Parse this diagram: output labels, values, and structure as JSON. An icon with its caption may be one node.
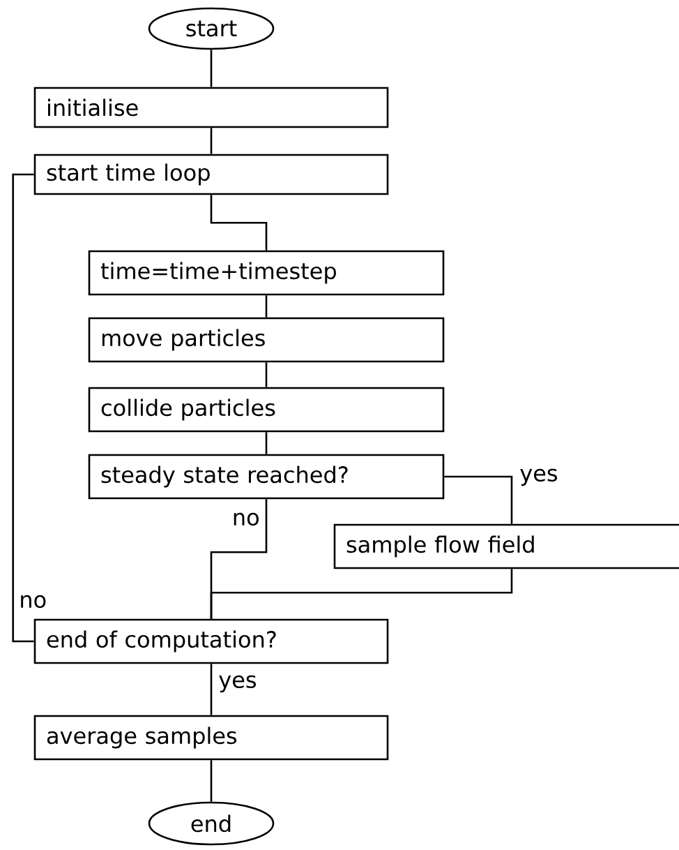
{
  "diagram": {
    "nodes": [
      {
        "text": [
          "start"
        ]
      },
      {
        "text": [
          "initialise"
        ]
      },
      {
        "text": [
          "start time loop"
        ]
      },
      {
        "text": [
          "time=time+timestep"
        ]
      },
      {
        "text": [
          "move particles"
        ]
      },
      {
        "text": [
          "collide particles"
        ]
      },
      {
        "text": [
          "steady state reached?"
        ]
      },
      {
        "text": [
          "sample flow field"
        ]
      },
      {
        "text": [
          "end of computation?"
        ]
      },
      {
        "text": [
          "average samples"
        ]
      },
      {
        "text": [
          "end"
        ]
      }
    ],
    "edges": [
      {
        "from": 0,
        "to": 1,
        "arrow": "none"
      },
      {
        "from": 1,
        "to": 2,
        "arrow": "none"
      },
      {
        "from": 2,
        "to": 3,
        "arrow": "none"
      },
      {
        "from": 3,
        "to": 4,
        "arrow": "none"
      },
      {
        "from": 4,
        "to": 5,
        "arrow": "none"
      },
      {
        "from": 5,
        "to": 6,
        "arrow": "none"
      },
      {
        "from": 6,
        "to": 7,
        "arrow": "none",
        "label": "yes"
      },
      {
        "from": 6,
        "to": 8,
        "arrow": "none",
        "label": "no"
      },
      {
        "from": 7,
        "to": 8,
        "arrow": "none"
      },
      {
        "from": 8,
        "to": 2,
        "arrow": "none",
        "label": "no"
      },
      {
        "from": 8,
        "to": 9,
        "arrow": "none",
        "label": "yes"
      },
      {
        "from": 9,
        "to": 10,
        "arrow": "none"
      }
    ]
  }
}
